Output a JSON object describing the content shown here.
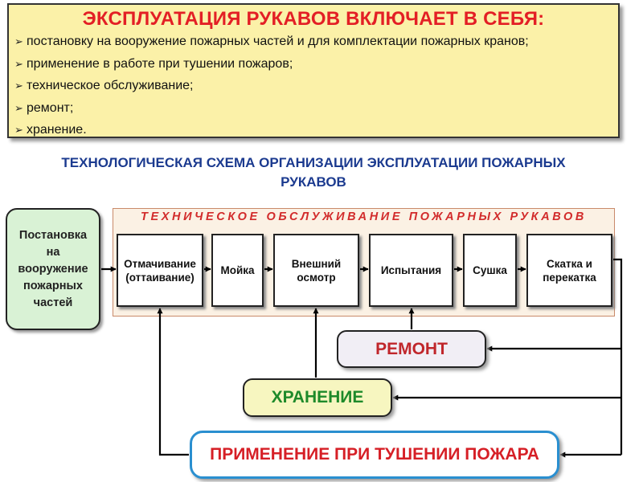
{
  "header": {
    "title": "ЭКСПЛУАТАЦИЯ РУКАВОВ ВКЛЮЧАЕТ В СЕБЯ:",
    "bullet_glyph": "➢",
    "items": [
      "постановку на вооружение пожарных частей и для комплектации пожарных кранов;",
      "применение в работе при тушении пожаров;",
      "техническое обслуживание;",
      "ремонт;",
      "хранение."
    ]
  },
  "schema": {
    "title_line1": "ТЕХНОЛОГИЧЕСКАЯ СХЕМА ОРГАНИЗАЦИИ ЭКСПЛУАТАЦИИ ПОЖАРНЫХ",
    "title_line2": "РУКАВОВ",
    "frame_label": "ТЕХНИЧЕСКОЕ ОБСЛУЖИВАНИЕ ПОЖАРНЫХ РУКАВОВ",
    "start_node": {
      "line1": "Постановка",
      "line2": "на",
      "line3": "вооружение",
      "line4": "пожарных",
      "line5": "частей"
    },
    "steps": [
      {
        "line1": "Отмачивание",
        "line2": "(оттаивание)"
      },
      {
        "line1": "Мойка",
        "line2": ""
      },
      {
        "line1": "Внешний",
        "line2": "осмотр"
      },
      {
        "line1": "Испытания",
        "line2": ""
      },
      {
        "line1": "Сушка",
        "line2": ""
      },
      {
        "line1": "Скатка и",
        "line2": "перекатка"
      }
    ],
    "repair": "РЕМОНТ",
    "storage": "ХРАНЕНИЕ",
    "usage": "ПРИМЕНЕНИЕ ПРИ ТУШЕНИИ ПОЖАРА"
  },
  "colors": {
    "title_red": "#e31f25",
    "schema_blue": "#1b3a8f",
    "header_bg": "#fbf1a8",
    "start_bg": "#d9f2d5",
    "storage_green": "#1e8a2a",
    "usage_border": "#2a8fd0"
  }
}
